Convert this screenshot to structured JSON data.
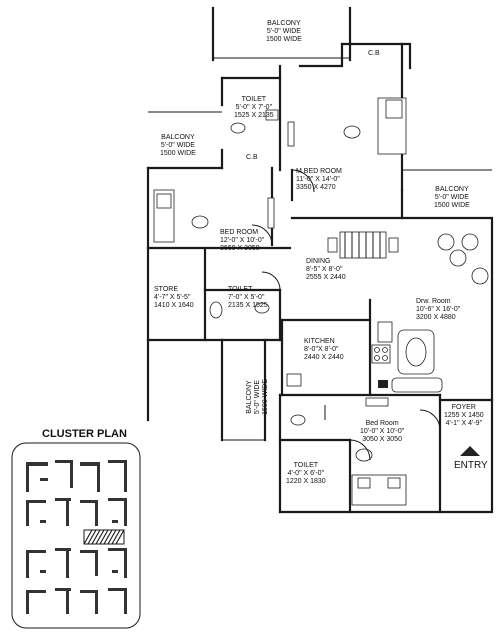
{
  "rooms": {
    "balcony_top": {
      "name": "BALCONY",
      "l1": "5'-0\" WIDE",
      "l2": "1500 WIDE"
    },
    "cb_top": {
      "name": "C.B"
    },
    "toilet_top": {
      "name": "TOILET",
      "l1": "5'-0\" X 7'-0\"",
      "l2": "1525 X 2135"
    },
    "balcony_left": {
      "name": "BALCONY",
      "l1": "5'-0\" WIDE",
      "l2": "1500 WIDE"
    },
    "cb_mid": {
      "name": "C.B"
    },
    "master_bed": {
      "name": "M BED ROOM",
      "l1": "11'-0\" X 14'-0\"",
      "l2": "3350 X 4270"
    },
    "balcony_right": {
      "name": "BALCONY",
      "l1": "5'-0\" WIDE",
      "l2": "1500 WIDE"
    },
    "bed_room": {
      "name": "BED ROOM",
      "l1": "12'-0\" X 10'-0\"",
      "l2": "3660 X 3050"
    },
    "dining": {
      "name": "DINING",
      "l1": "8'-5\" X 8'-0\"",
      "l2": "2555 X 2440"
    },
    "store": {
      "name": "STORE",
      "l1": "4'-7\" X 5'-5\"",
      "l2": "1410 X 1640"
    },
    "toilet_mid": {
      "name": "TOILET",
      "l1": "7'-0\" X 5'-0\"",
      "l2": "2135 X 1525"
    },
    "drawing": {
      "name": "Drw. Room",
      "l1": "10'-6\" X 16'-0\"",
      "l2": "3200 X 4880"
    },
    "kitchen": {
      "name": "KITCHEN",
      "l1": "8'-0\"X 8'-0\"",
      "l2": "2440 X 2440"
    },
    "balcony_vert": {
      "name": "BALCONY",
      "l1": "5'-0\" WIDE",
      "l2": "1500 WIDE"
    },
    "foyer": {
      "name": "FOYER",
      "l1": "1255 X 1450",
      "l2": "4'-1\" X 4'-9\""
    },
    "bed_room_small": {
      "name": "Bed Room",
      "l1": "10'-0\" X 10'-0\"",
      "l2": "3050 X 3050"
    },
    "toilet_bottom": {
      "name": "TOILET",
      "l1": "4'-0\" X 6'-0\"",
      "l2": "1220 X 1830"
    }
  },
  "entry_label": "ENTRY",
  "cluster_title": "CLUSTER PLAN"
}
